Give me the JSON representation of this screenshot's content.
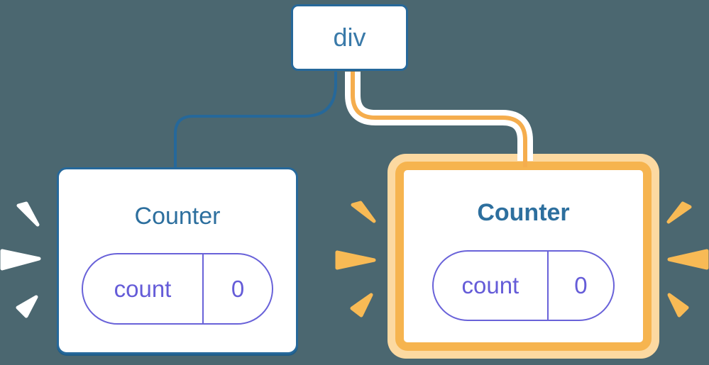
{
  "canvas": {
    "background_color": "#4b6770"
  },
  "palette": {
    "node_border_blue": "#26689a",
    "node_text_blue": "#3a7aa9",
    "title_blue": "#2d6f9e",
    "state_purple": "#655cd8",
    "state_border_purple": "#6962d9",
    "highlight_orange": "#f6b44f",
    "highlight_orange_light": "#fcd9a1",
    "burst_orange": "#f8ba55",
    "burst_white": "#ffffff",
    "edge_blue": "#26689a",
    "edge_orange": "#f5ad4d",
    "edge_casing_white": "#ffffff"
  },
  "tree": {
    "root": {
      "label": "div"
    }
  },
  "components": [
    {
      "title": "Counter",
      "state": {
        "key": "count",
        "value": "0"
      },
      "highlighted": false
    },
    {
      "title": "Counter",
      "state": {
        "key": "count",
        "value": "0"
      },
      "highlighted": true
    }
  ]
}
